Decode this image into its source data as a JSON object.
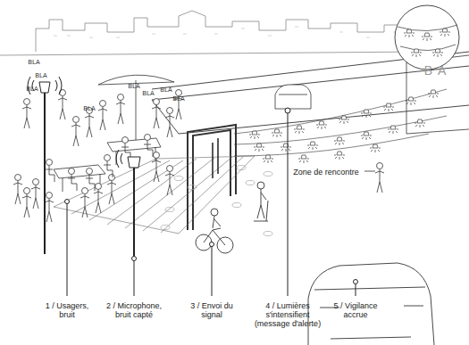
{
  "diagram": {
    "labels": [
      "BLA",
      "BLA",
      "BLA",
      "BLA",
      "BLA",
      "BLA",
      "BLA",
      "BLA",
      "BA",
      "Zone de rencontre",
      "1 / Usagers, bruit",
      "2 / Microphone, bruit capté",
      "3 / Envoi du signal",
      "4 / Lumières s'intensifient (message d'alerte)",
      "5 / Vigilance accrue"
    ]
  }
}
